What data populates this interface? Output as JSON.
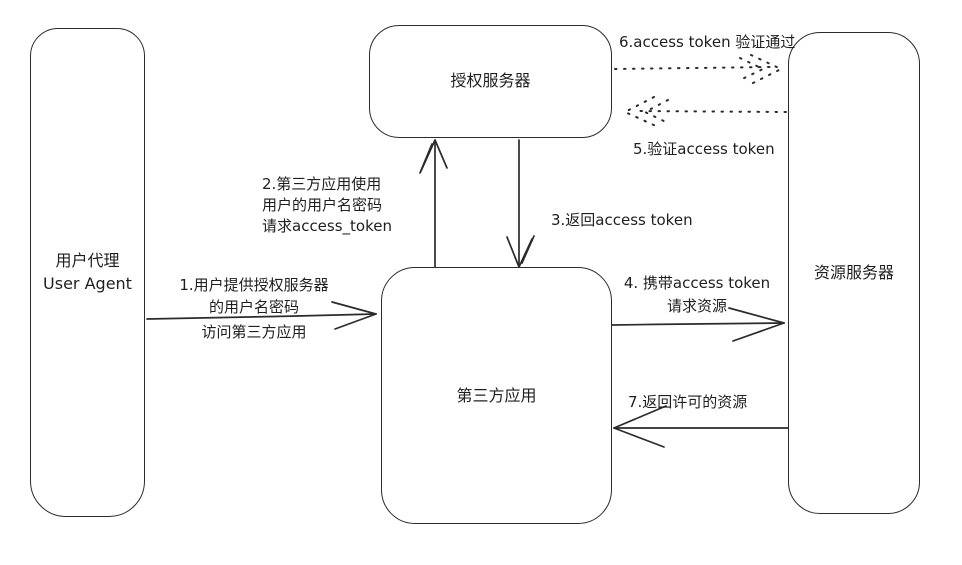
{
  "diagram": {
    "background": "#ffffff",
    "stroke_color": "#2b2b2b",
    "nodes": {
      "user_agent": {
        "line1": "用户代理",
        "line2": "User Agent"
      },
      "auth_server": {
        "label": "授权服务器"
      },
      "third_party_app": {
        "label": "第三方应用"
      },
      "resource_server": {
        "label": "资源服务器"
      }
    },
    "edges": {
      "step1": {
        "line1": "1.用户提供授权服务器",
        "line2": "的用户名密码",
        "line3": "访问第三方应用",
        "from": "user_agent",
        "to": "third_party_app",
        "style": "solid"
      },
      "step2": {
        "line1": "2.第三方应用使用",
        "line2": "用户的用户名密码",
        "line3": "请求access_token",
        "from": "third_party_app",
        "to": "auth_server",
        "style": "solid"
      },
      "step3": {
        "label": "3.返回access token",
        "from": "auth_server",
        "to": "third_party_app",
        "style": "solid"
      },
      "step4": {
        "line1": "4. 携带access token",
        "line2": "请求资源",
        "from": "third_party_app",
        "to": "resource_server",
        "style": "solid"
      },
      "step5": {
        "label": "5.验证access token",
        "from": "resource_server",
        "to": "auth_server",
        "style": "dotted"
      },
      "step6": {
        "label": "6.access token 验证通过",
        "from": "auth_server",
        "to": "resource_server",
        "style": "dotted"
      },
      "step7": {
        "label": "7.返回许可的资源",
        "from": "resource_server",
        "to": "third_party_app",
        "style": "solid"
      }
    }
  }
}
